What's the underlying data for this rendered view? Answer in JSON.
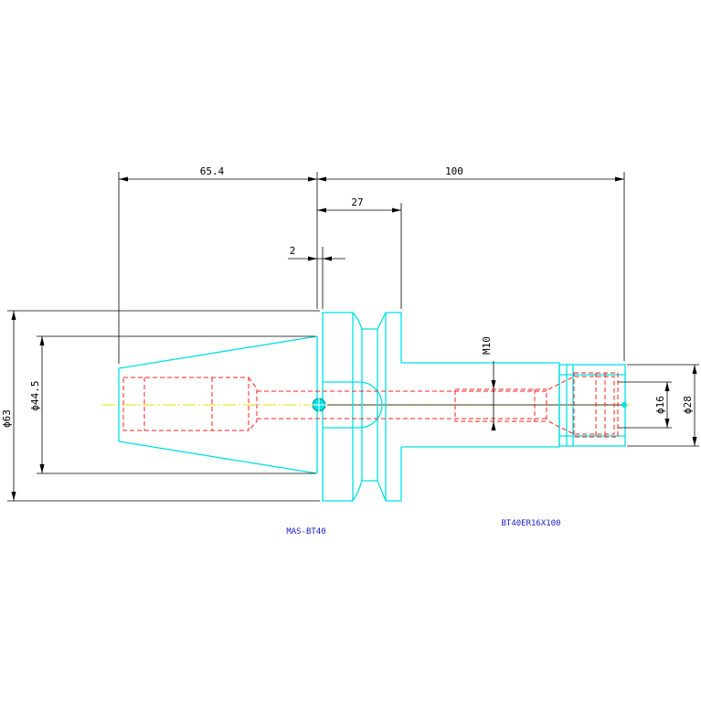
{
  "colors": {
    "background": "#ffffff",
    "outline": "#00e0e0",
    "hidden": "#ff2020",
    "centerline": "#e0e000",
    "dimension": "#000000",
    "label": "#1a1acc"
  },
  "dimensions": {
    "d_65_4": "65.4",
    "d_100": "100",
    "d_27": "27",
    "d_2": "2",
    "d_m10": "M10",
    "d_phi63": "ϕ63",
    "d_phi44_5": "ϕ44.5",
    "d_phi16": "ϕ16",
    "d_phi28": "ϕ28"
  },
  "labels": {
    "left_part": "MAS-BT40",
    "right_part": "BT40ER16X100"
  }
}
